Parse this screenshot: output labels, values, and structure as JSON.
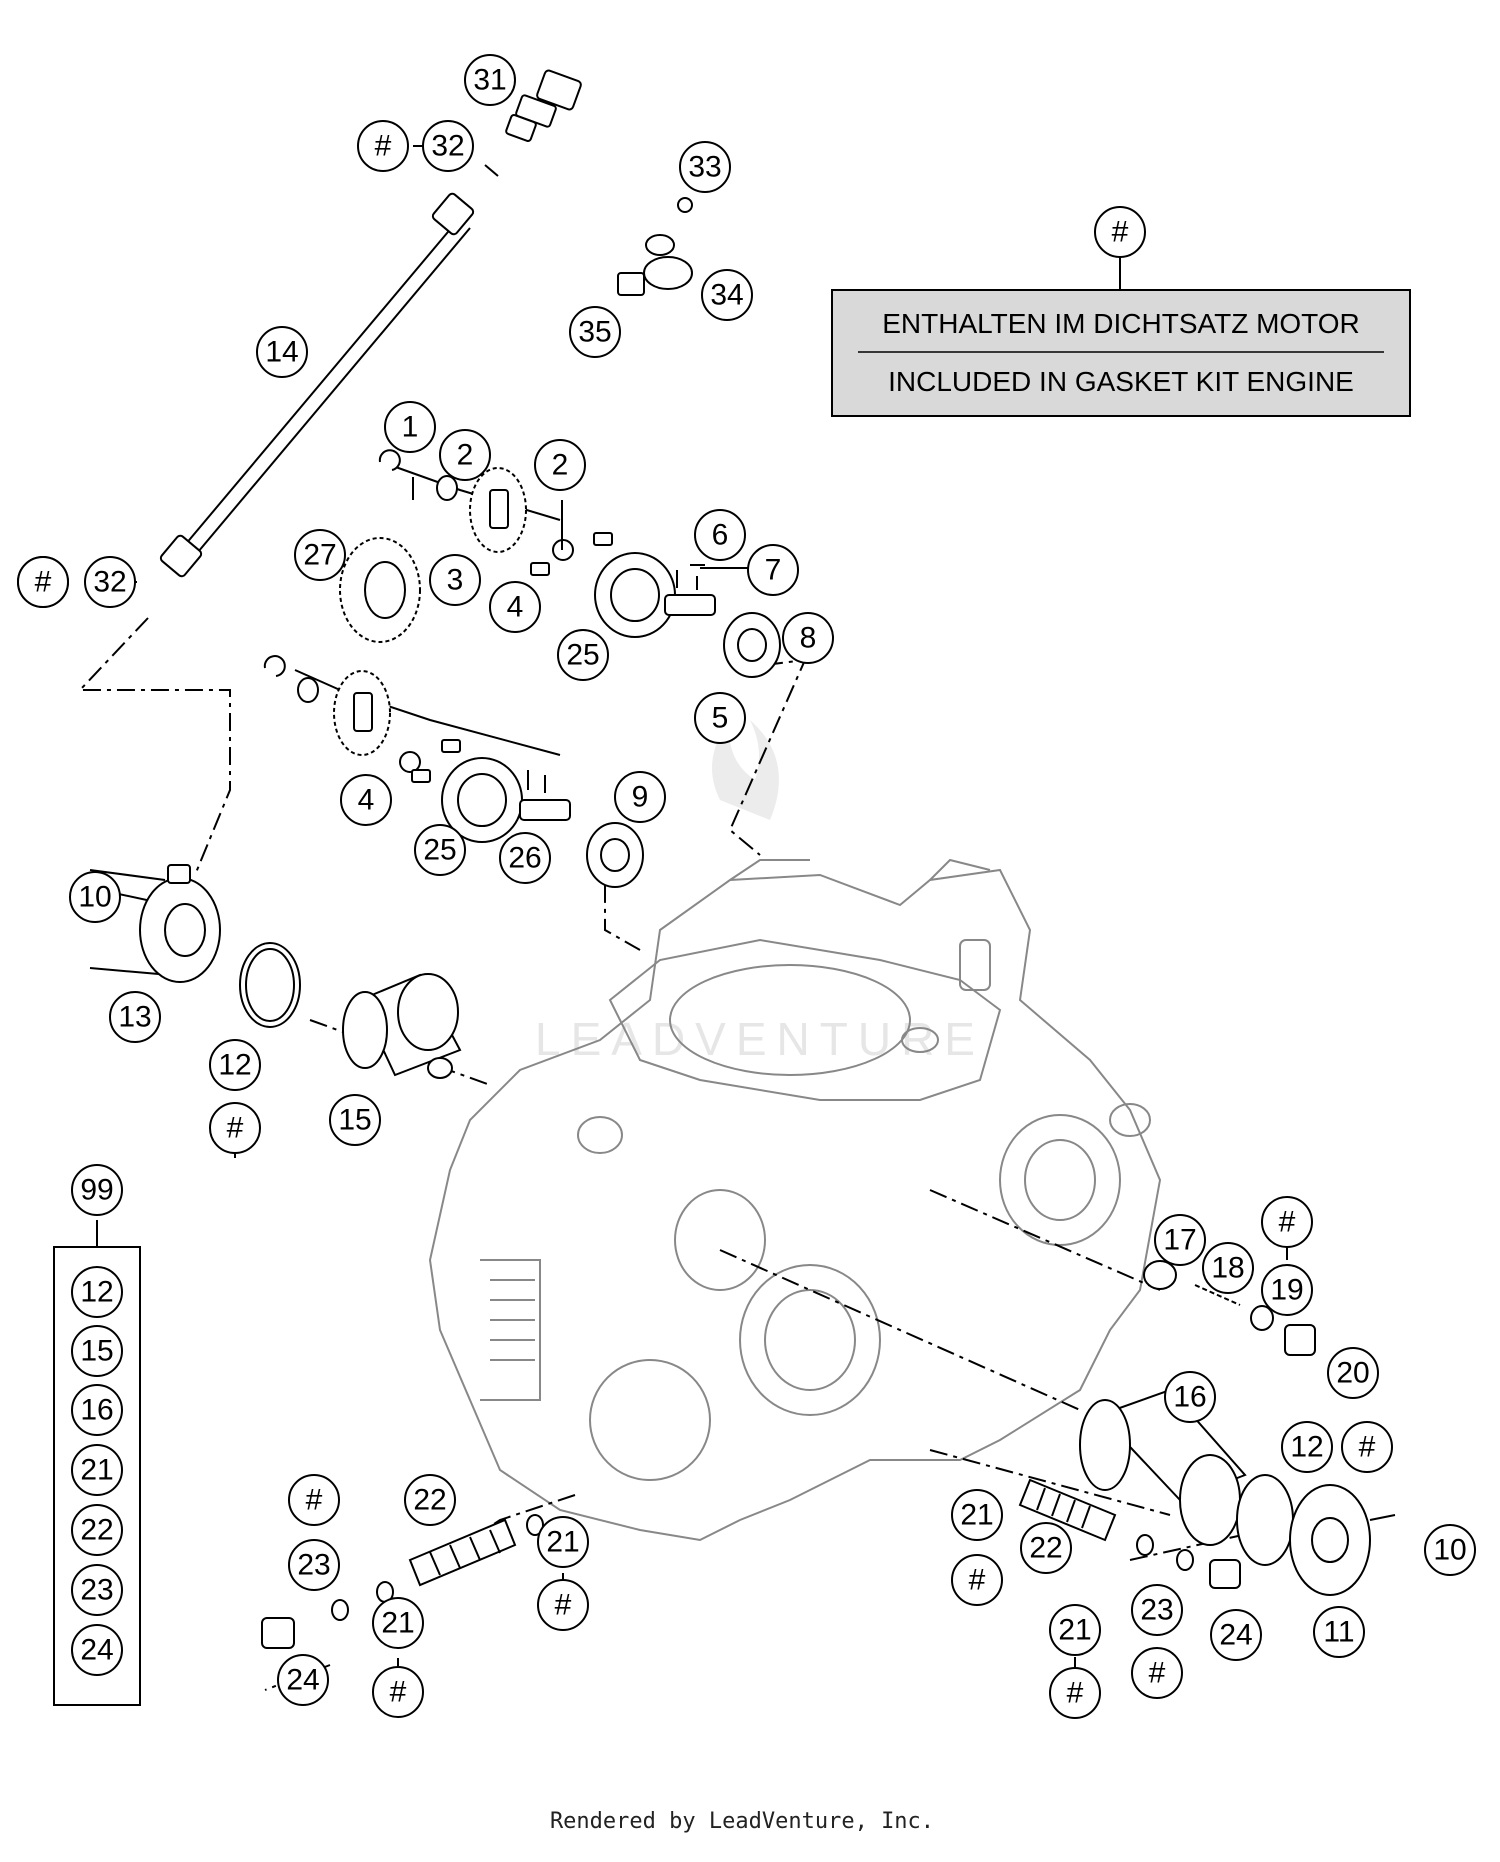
{
  "callouts": [
    {
      "label": "31"
    },
    {
      "label": "#"
    },
    {
      "label": "32"
    },
    {
      "label": "33"
    },
    {
      "label": "34"
    },
    {
      "label": "35"
    },
    {
      "label": "14"
    },
    {
      "label": "#"
    },
    {
      "label": "1"
    },
    {
      "label": "2"
    },
    {
      "label": "2"
    },
    {
      "label": "27"
    },
    {
      "label": "3"
    },
    {
      "label": "4"
    },
    {
      "label": "6"
    },
    {
      "label": "7"
    },
    {
      "label": "8"
    },
    {
      "label": "25"
    },
    {
      "label": "5"
    },
    {
      "label": "#"
    },
    {
      "label": "32"
    },
    {
      "label": "9"
    },
    {
      "label": "4"
    },
    {
      "label": "25"
    },
    {
      "label": "26"
    },
    {
      "label": "10"
    },
    {
      "label": "13"
    },
    {
      "label": "12"
    },
    {
      "label": "#"
    },
    {
      "label": "15"
    },
    {
      "label": "99"
    },
    {
      "label": "12"
    },
    {
      "label": "15"
    },
    {
      "label": "16"
    },
    {
      "label": "21"
    },
    {
      "label": "22"
    },
    {
      "label": "23"
    },
    {
      "label": "24"
    },
    {
      "label": "#"
    },
    {
      "label": "17"
    },
    {
      "label": "18"
    },
    {
      "label": "19"
    },
    {
      "label": "20"
    },
    {
      "label": "16"
    },
    {
      "label": "12"
    },
    {
      "label": "#"
    },
    {
      "label": "10"
    },
    {
      "label": "11"
    },
    {
      "label": "#"
    },
    {
      "label": "23"
    },
    {
      "label": "22"
    },
    {
      "label": "21"
    },
    {
      "label": "#"
    },
    {
      "label": "21"
    },
    {
      "label": "#"
    },
    {
      "label": "24"
    },
    {
      "label": "21"
    },
    {
      "label": "#"
    },
    {
      "label": "22"
    },
    {
      "label": "21"
    },
    {
      "label": "#"
    },
    {
      "label": "23"
    },
    {
      "label": "#"
    },
    {
      "label": "24"
    },
    {
      "label": "#"
    }
  ],
  "note": {
    "line1": "ENTHALTEN IM DICHTSATZ MOTOR",
    "line2": "INCLUDED IN GASKET KIT ENGINE"
  },
  "watermark": "LEADVENTURE",
  "footer": "Rendered by LeadVenture, Inc."
}
